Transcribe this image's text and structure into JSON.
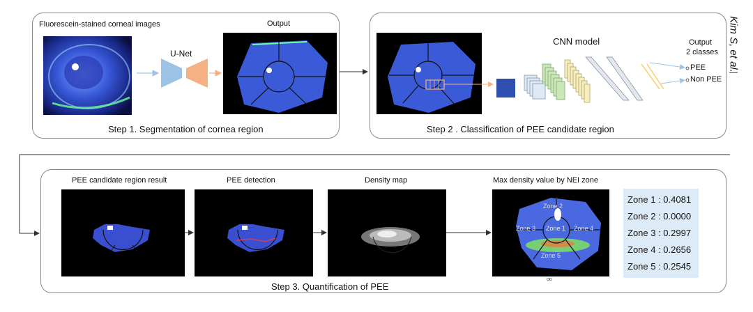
{
  "author_note": "Kim S, et al.",
  "step1": {
    "title": "Step 1. Segmentation of cornea region",
    "input_label": "Fluorescein-stained corneal images",
    "network_label": "U-Net",
    "output_label": "Output"
  },
  "step2": {
    "title": "Step 2 . Classification of PEE candidate region",
    "model_label": "CNN model",
    "output_label": "Output",
    "classes_label": "2 classes",
    "class_1": "PEE",
    "class_2": "Non PEE"
  },
  "step3": {
    "title": "Step 3. Quantification of PEE",
    "img1_label": "PEE candidate region result",
    "img2_label": "PEE detection",
    "img3_label": "Density map",
    "img4_label": "Max density value by NEI zone",
    "od_label": "OD",
    "zone_tags": [
      "Zone 2",
      "Zone 3",
      "Zone 1",
      "Zone 4",
      "Zone 5"
    ],
    "zones": [
      {
        "label": "Zone 1 : 0.4081"
      },
      {
        "label": "Zone 2 : 0.0000"
      },
      {
        "label": "Zone 3 : 0.2997"
      },
      {
        "label": "Zone 4 : 0.2656"
      },
      {
        "label": "Zone 5 : 0.2545"
      }
    ]
  },
  "colors": {
    "panel_border": "#8a8a8a",
    "cornea_blue": "#3b5bd6",
    "unet_blue": "#9cc3e6",
    "unet_orange": "#f4b183",
    "arrow_orange": "#f4b183",
    "zone_box": "#dcebf7"
  }
}
